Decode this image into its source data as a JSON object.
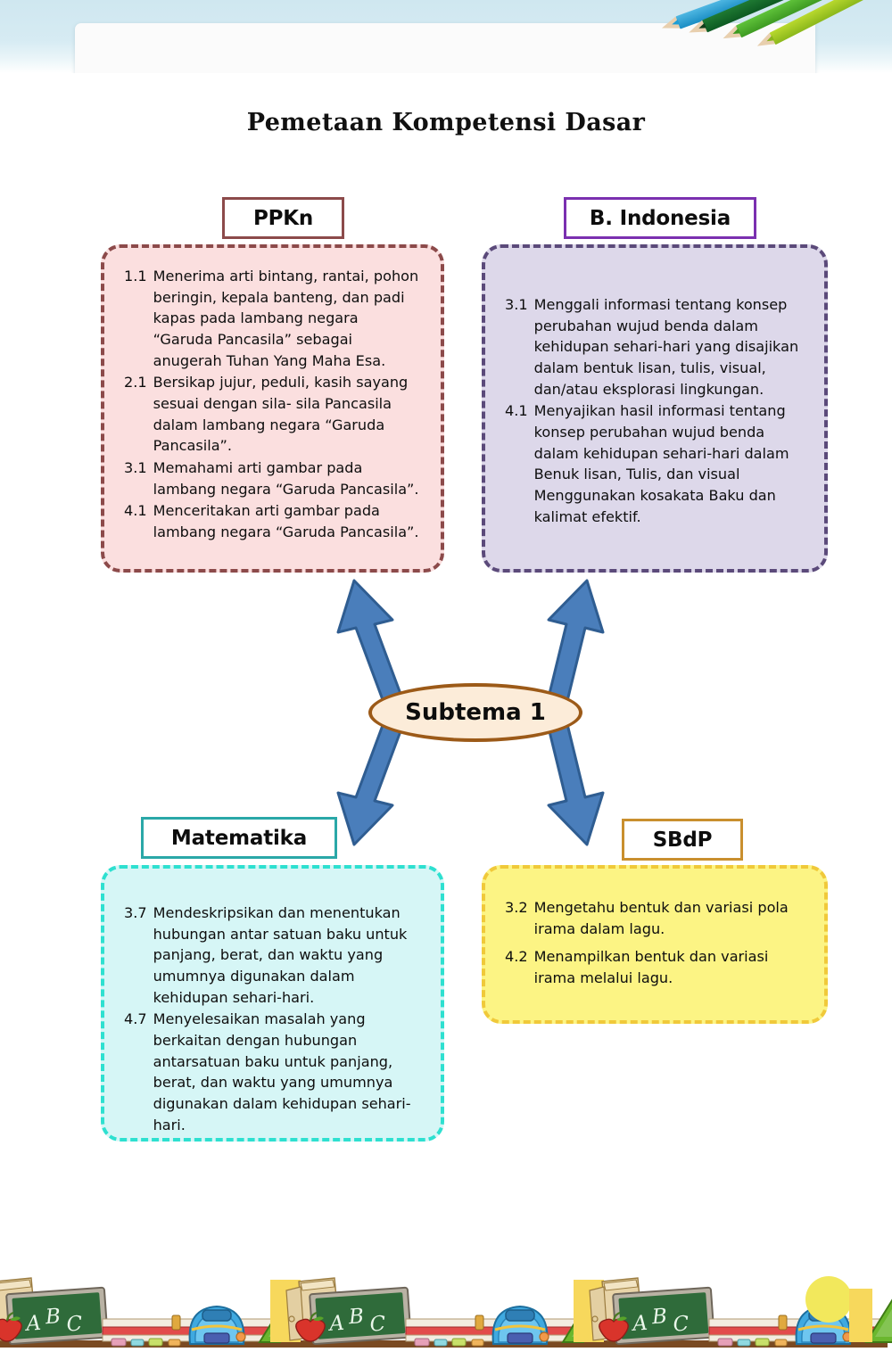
{
  "page": {
    "title": "Pemetaan Kompetensi Dasar",
    "background_color": "#ffffff"
  },
  "decor": {
    "top_banner": {
      "name": "colored-pencils-on-paper-banner",
      "background_color": "#d6ebf3",
      "paper_color": "#fbfbfb",
      "pencil_colors": [
        "#2a9ed6",
        "#166b2a",
        "#4fae2a",
        "#a9cd25"
      ]
    },
    "bottom_banner": {
      "name": "school-supplies-border",
      "items": [
        "chalkboard-abc",
        "red-apple",
        "blue-backpack",
        "green-triangle-ruler",
        "paper-scroll",
        "pencils",
        "yellow-sun"
      ],
      "chalkboard_text": "ABC",
      "chalkboard_color": "#2f6b3a",
      "apple_color": "#d9342b",
      "backpack_color": "#3fa9e0",
      "ruler_color": "#6ab72e",
      "ground_color": "#7a4a22",
      "sun_color": "#f2e85c"
    }
  },
  "center": {
    "label": "Subtema 1",
    "fill_color": "#fcecd9",
    "border_color": "#9c5a18"
  },
  "arrows": {
    "color": "#4a7ebb",
    "stroke_color": "#2f5d91",
    "count": 4,
    "directions": [
      "up-left",
      "up-right",
      "down-left",
      "down-right"
    ]
  },
  "subjects": [
    {
      "id": "ppkn",
      "label": "PPKn",
      "label_border_color": "#8c4a4a",
      "box_fill": "#fbdfdf",
      "box_border": "#8c4a4a",
      "competencies": [
        {
          "code": "1.1",
          "text": "Menerima arti bintang, rantai, pohon beringin, kepala banteng, dan padi kapas pada lambang negara “Garuda Pancasila” sebagai anugerah Tuhan Yang Maha Esa."
        },
        {
          "code": "2.1",
          "text": "Bersikap jujur, peduli, kasih sayang sesuai dengan sila- sila Pancasila dalam lambang negara “Garuda Pancasila”."
        },
        {
          "code": "3.1",
          "text": "Memahami arti gambar pada lambang negara “Garuda Pancasila”."
        },
        {
          "code": "4.1",
          "text": "Menceritakan arti gambar pada lambang negara “Garuda Pancasila”."
        }
      ]
    },
    {
      "id": "bindonesia",
      "label": "B. Indonesia",
      "label_border_color": "#7b30b0",
      "box_fill": "#ddd8ea",
      "box_border": "#5b4a7a",
      "competencies": [
        {
          "code": "3.1",
          "text": "Menggali informasi tentang konsep perubahan wujud benda dalam kehidupan sehari-hari yang disajikan dalam bentuk lisan, tulis, visual, dan/atau eksplorasi lingkungan."
        },
        {
          "code": "4.1",
          "text": "Menyajikan hasil informasi tentang konsep perubahan wujud benda dalam kehidupan sehari-hari dalam Benuk lisan, Tulis, dan visual Menggunakan kosakata Baku dan kalimat efektif."
        }
      ]
    },
    {
      "id": "matematika",
      "label": "Matematika",
      "label_border_color": "#2aa8a8",
      "box_fill": "#d6f6f6",
      "box_border": "#2ee0d0",
      "competencies": [
        {
          "code": "3.7",
          "text": "Mendeskripsikan dan menentukan hubungan antar satuan baku untuk panjang, berat, dan waktu yang umumnya digunakan dalam kehidupan sehari-hari."
        },
        {
          "code": "4.7",
          "text": "Menyelesaikan masalah yang berkaitan dengan hubungan antarsatuan baku untuk panjang, berat, dan waktu yang umumnya digunakan dalam kehidupan sehari-hari."
        }
      ]
    },
    {
      "id": "sbdp",
      "label": "SBdP",
      "label_border_color": "#c98f2e",
      "box_fill": "#fcf484",
      "box_border": "#f0c93a",
      "competencies": [
        {
          "code": "3.2",
          "text": "Mengetahu bentuk dan variasi pola irama dalam lagu."
        },
        {
          "code": "4.2",
          "text": "Menampilkan bentuk dan variasi irama melalui lagu."
        }
      ]
    }
  ]
}
